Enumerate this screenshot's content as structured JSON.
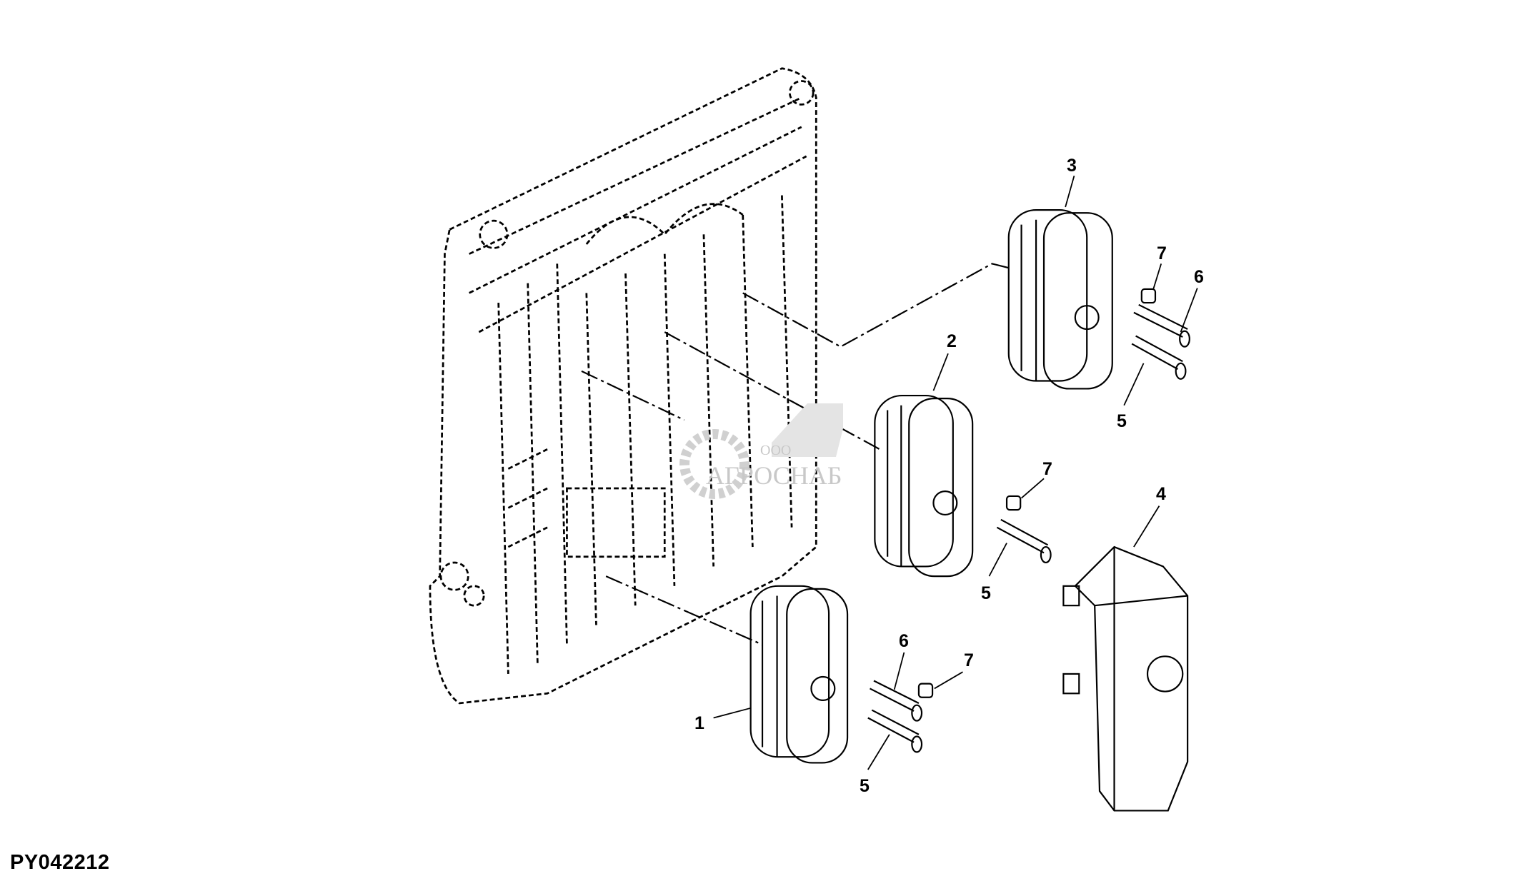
{
  "figure_id": "PY042212",
  "callouts": {
    "c1": "1",
    "c2": "2",
    "c3": "3",
    "c4": "4",
    "c5a": "5",
    "c5b": "5",
    "c5c": "5",
    "c6a": "6",
    "c6b": "6",
    "c7a": "7",
    "c7b": "7",
    "c7c": "7"
  },
  "watermark": {
    "small": "ООО",
    "name": "АГРОСНАБ"
  },
  "colors": {
    "line": "#000000",
    "watermark": "#c8c8c8"
  }
}
